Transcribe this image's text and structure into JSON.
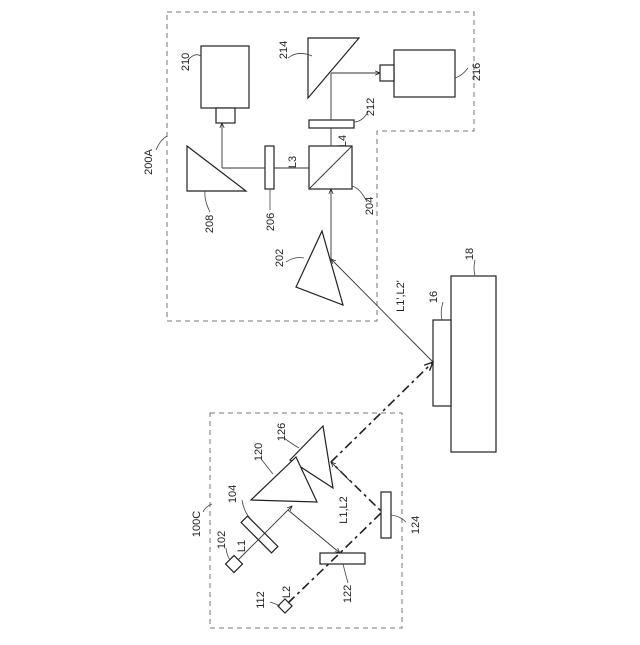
{
  "labels": {
    "module_a": "200A",
    "camera_210": "210",
    "prism_214": "214",
    "camera_216": "216",
    "plate_212": "212",
    "beam_l4": "L4",
    "beam_l3": "L3",
    "prism_208": "208",
    "plate_206": "206",
    "splitter_204": "204",
    "prism_202": "202",
    "beam_l1l2_prime": "L1',L2'",
    "part_16": "16",
    "stage_18": "18",
    "module_c": "100C",
    "prism_126": "126",
    "prism_120": "120",
    "plate_104": "104",
    "laser_102": "102",
    "beam_l1": "L1",
    "beam_l1l2": "L1,L2",
    "mirror_124": "124",
    "laser_112": "112",
    "beam_l2": "L2",
    "mirror_122": "122"
  }
}
